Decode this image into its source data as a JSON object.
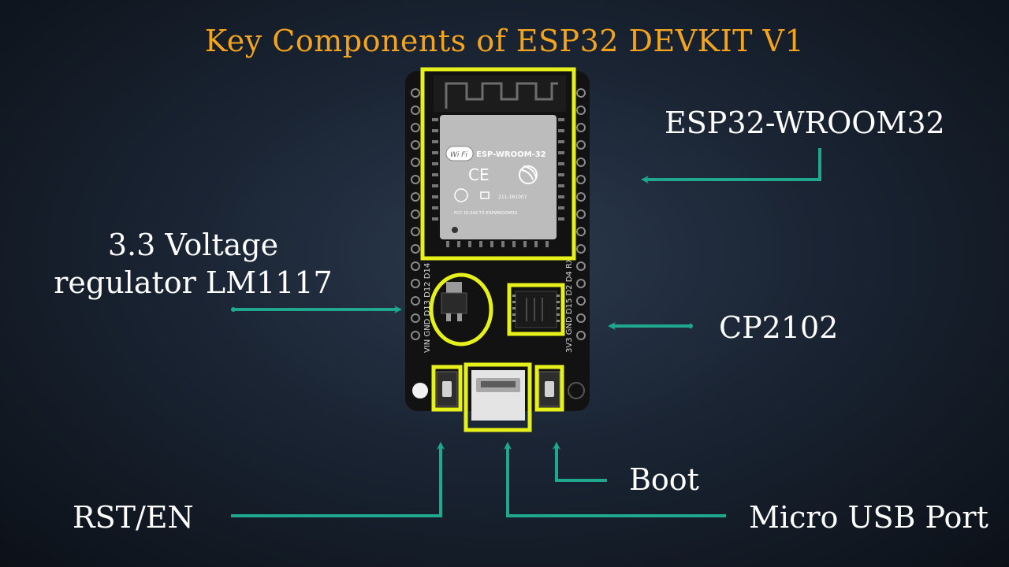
{
  "title": "Key Components of ESP32 DEVKIT V1",
  "colors": {
    "title": "#f3a41e",
    "highlight": "#e6f01a",
    "arrow": "#1fa88d",
    "board": "#121212",
    "module_shield": "#bcbcbc",
    "text": "#ffffff"
  },
  "labels": {
    "wroom": "ESP32-WROOM32",
    "regulator": "3.3 Voltage regulator LM1117",
    "cp2102": "CP2102",
    "boot": "Boot",
    "rst": "RST/EN",
    "usb": "Micro USB Port"
  },
  "board": {
    "module_name": "ESP-WROOM-32",
    "wifi_logo": "Wi Fi",
    "ce_mark": "CE",
    "cert_code": "211-161007",
    "fcc": "FCC ID:2AC7Z-ESPWROOM32",
    "pins_left": "VIN GND D13 D12 D14",
    "pins_right": "3V3 GND D15 D2 D4 RX"
  },
  "icons": {
    "wifi": "wifi-logo-icon",
    "ce": "ce-mark-icon",
    "espressif": "espressif-logo-icon"
  }
}
